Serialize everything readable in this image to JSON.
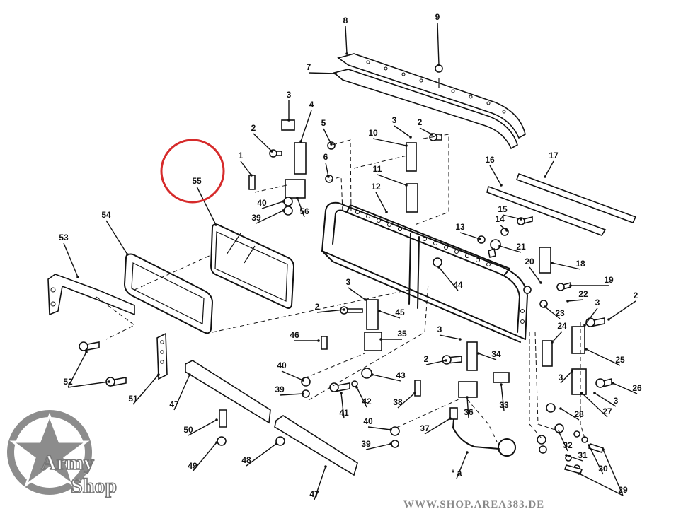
{
  "figure": {
    "callouts": [
      {
        "label": "1"
      },
      {
        "label": "2"
      },
      {
        "label": "3"
      },
      {
        "label": "4"
      },
      {
        "label": "5"
      },
      {
        "label": "6"
      },
      {
        "label": "7"
      },
      {
        "label": "8"
      },
      {
        "label": "9"
      },
      {
        "label": "10"
      },
      {
        "label": "11"
      },
      {
        "label": "12"
      },
      {
        "label": "13"
      },
      {
        "label": "14"
      },
      {
        "label": "15"
      },
      {
        "label": "16"
      },
      {
        "label": "17"
      },
      {
        "label": "18"
      },
      {
        "label": "19"
      },
      {
        "label": "20"
      },
      {
        "label": "21"
      },
      {
        "label": "22"
      },
      {
        "label": "23"
      },
      {
        "label": "24"
      },
      {
        "label": "25"
      },
      {
        "label": "26"
      },
      {
        "label": "27"
      },
      {
        "label": "28"
      },
      {
        "label": "29"
      },
      {
        "label": "30"
      },
      {
        "label": "31"
      },
      {
        "label": "32"
      },
      {
        "label": "33"
      },
      {
        "label": "34"
      },
      {
        "label": "35"
      },
      {
        "label": "36"
      },
      {
        "label": "37"
      },
      {
        "label": "38"
      },
      {
        "label": "39"
      },
      {
        "label": "40"
      },
      {
        "label": "41"
      },
      {
        "label": "42"
      },
      {
        "label": "43"
      },
      {
        "label": "44"
      },
      {
        "label": "45"
      },
      {
        "label": "46"
      },
      {
        "label": "47"
      },
      {
        "label": "48"
      },
      {
        "label": "49"
      },
      {
        "label": "50"
      },
      {
        "label": "51"
      },
      {
        "label": "52"
      },
      {
        "label": "53"
      },
      {
        "label": "54"
      },
      {
        "label": "55"
      },
      {
        "label": "56"
      },
      {
        "label": "* a"
      }
    ],
    "highlighted_callout": "55",
    "highlight_color": "#d62b2b"
  },
  "branding": {
    "logo_line1": "Army",
    "logo_line2": "Shop",
    "website": "WWW.SHOP.AREA383.DE",
    "logo_icon": "star-icon"
  }
}
